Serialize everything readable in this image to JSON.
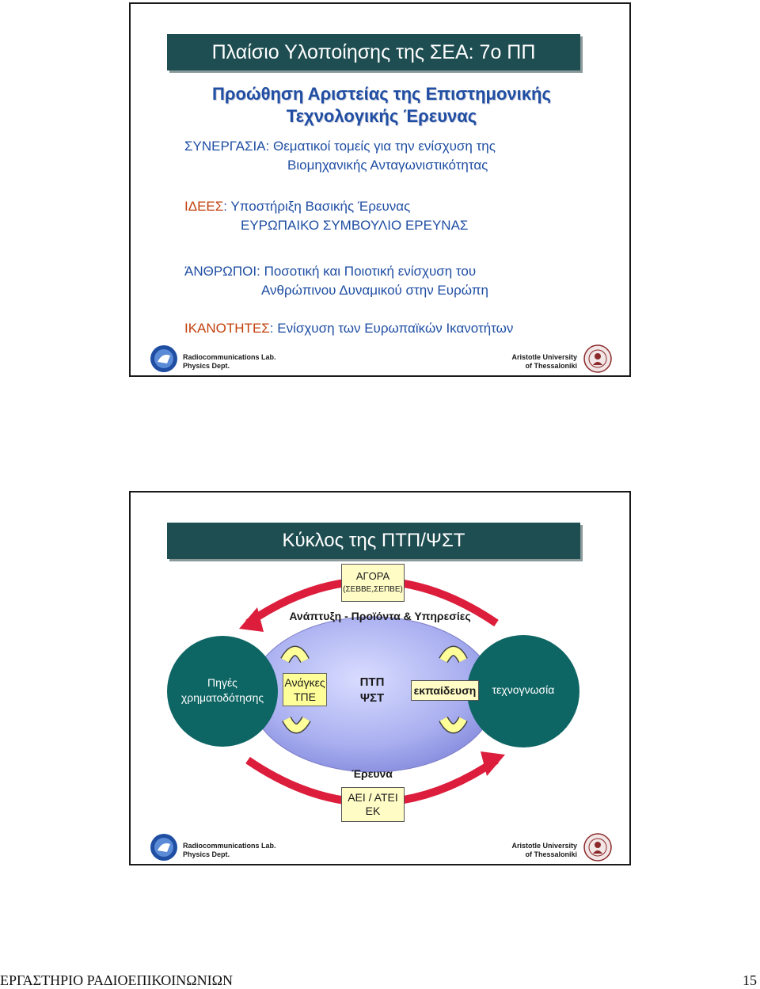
{
  "slide1": {
    "title": "Πλαίσιο Υλοποίησης της ΣΕΑ: 7ο ΠΠ",
    "subtitle_line1": "Προώθηση Αριστείας της Επιστημονικής",
    "subtitle_line2": "Τεχνολογικής Έρευνας",
    "items": [
      {
        "key": "ΣΥΝΕΡΓΑΣΙΑ",
        "sep": ": ",
        "text": "Θεματικοί τομείς για την ενίσχυση της",
        "cont": "Βιομηχανικής Ανταγωνιστικότητας"
      },
      {
        "key_red": "Ι",
        "key_blue": "ΔΕΕΣ",
        "key_red2": "",
        "sep": ": ",
        "text": "Υποστήριξη Βασικής Έρευνας",
        "cont": "ΕΥΡΩΠΑΙΚΟ ΣΥΜΒΟΥΛΙΟ ΕΡΕΥΝΑΣ"
      },
      {
        "key": "ΆΝΘΡΩΠΟΙ",
        "sep": ":  ",
        "text": "Ποσοτική και Ποιοτική ενίσχυση του",
        "cont": "Ανθρώπινου Δυναμικού στην Ευρώπη"
      },
      {
        "key": "ΙΚΑΝΟΤΗΤΕΣ",
        "sep": ": ",
        "text": "Ενίσχυση των Ευρωπαϊκών Ικανοτήτων"
      }
    ]
  },
  "slide2": {
    "title": "Κύκλος της ΠΤΠ/ΨΣΤ",
    "market_line1": "ΑΓΟΡΑ",
    "market_line2": "(ΣΕΒΒΕ,ΣΕΠΒΕ)",
    "development": "Ανάπτυξη - Προϊόντα & Υπηρεσίες",
    "funding_line1": "Πηγές",
    "funding_line2": "χρηματοδότησης",
    "needs_line1": "Ανάγκες",
    "needs_line2": "ΤΠΕ",
    "center_line1": "ΠΤΠ",
    "center_line2": "ΨΣΤ",
    "education": "εκπαίδευση",
    "knowhow": "τεχνογνωσία",
    "research": "Έρευνα",
    "institutions_line1": "ΑΕΙ / ΑΤΕΙ",
    "institutions_line2": "ΕΚ"
  },
  "footer": {
    "lab": "Radiocommunications Lab.",
    "dept": "Physics Dept.",
    "university": "Aristotle University",
    "city": "of Thessaloniki"
  },
  "page": {
    "lab_name": "ΕΡΓΑΣΤΗΡΙΟ ΡΑΔΙΟΕΠΙΚΟΙΝΩΝΙΩΝ",
    "number": "15"
  },
  "colors": {
    "title_bg": "#1f4e52",
    "text_blue": "#1f4ea3",
    "accent_red": "#c2410c",
    "circle_teal": "#0e6664",
    "arrow_red": "#dc1e3c",
    "arrow_yellow": "#ffff99"
  }
}
